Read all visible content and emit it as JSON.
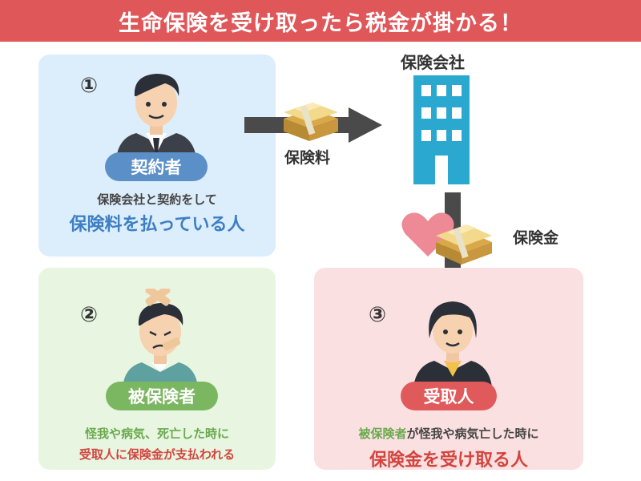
{
  "title": "生命保険を受け取ったら税金が掛かる！",
  "company": {
    "label": "保険会社"
  },
  "flows": {
    "premium_label": "保険料",
    "benefit_label": "保険金"
  },
  "roles": [
    {
      "number": "①",
      "badge": "契約者",
      "line1": "保険会社と契約をして",
      "line2": "保険料を払っている人",
      "color": "#5b8fc7"
    },
    {
      "number": "②",
      "badge": "被保険者",
      "line1": "怪我や病気、死亡した時に",
      "line2": "受取人に保険金が支払われる",
      "color": "#7bb661"
    },
    {
      "number": "③",
      "badge": "受取人",
      "line1_em": "被保険者",
      "line1_rest": "が怪我や病気亡した時に",
      "line2": "保険金を受け取る人",
      "color": "#e05a5c"
    }
  ]
}
